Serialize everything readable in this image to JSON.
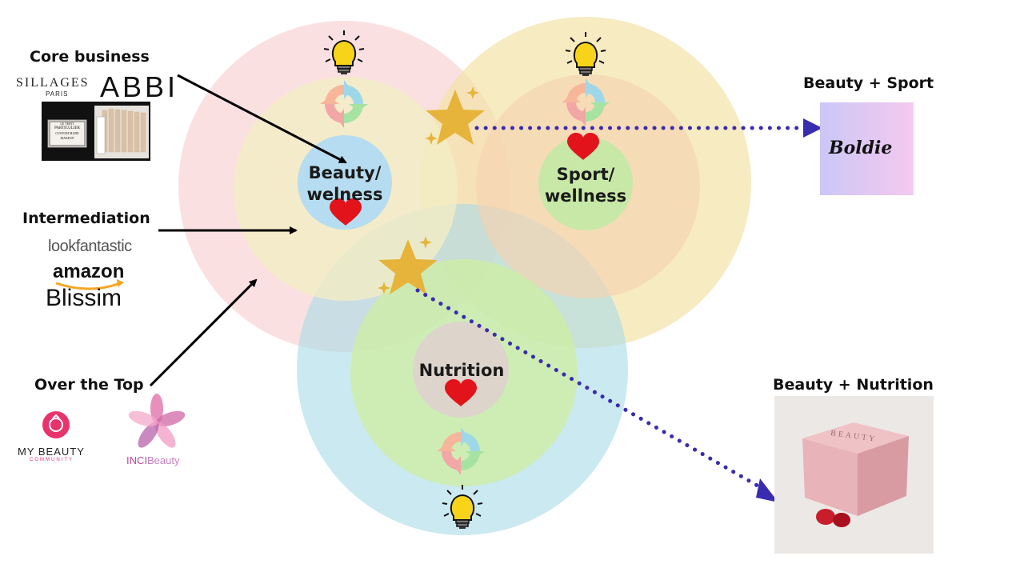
{
  "sections": {
    "core_business": "Core business",
    "intermediation": "Intermediation",
    "over_the_top": "Over the Top",
    "beauty_sport": "Beauty + Sport",
    "beauty_nutrition": "Beauty + Nutrition"
  },
  "circles": {
    "beauty": "Beauty/\nwelness",
    "sport": "Sport/\nwellness",
    "nutrition": "Nutrition"
  },
  "logos": {
    "sillages": "SILLAGES",
    "sillages_sub": "PARIS",
    "abbi": "ABBI",
    "lookfantastic": "lookfantastic",
    "amazon": "amazon",
    "blissim": "Blissim",
    "mybeauty": "MY BEAUTY",
    "mybeauty_sub": "COMMUNITY",
    "inci_a": "INCI",
    "inci_b": "Beauty",
    "boldie": "Boldie",
    "letl_a": "LE TEINT",
    "letl_b": "PARTICULIER",
    "letl_c": "CUSTOM MADE",
    "letl_d": "MAKEUP",
    "jar": "BEAUTY"
  },
  "colors": {
    "outer_pink": "#fadadd",
    "outer_yellow": "#f3e3a8",
    "outer_blue": "#a8dbe8",
    "mid_yellow": "#f2eec4",
    "mid_peach": "#f6d2b0",
    "mid_green": "#cdeda0",
    "inner_blue": "#b5dcf0",
    "inner_green": "#c8e8a8",
    "inner_beige": "#ddd4cc",
    "heart": "#e3131b",
    "star": "#e6b43a",
    "dots": "#3a2cb0"
  },
  "icons": [
    "lightbulb-icon",
    "cycle-arrows-icon",
    "heart-icon",
    "star-icon"
  ]
}
